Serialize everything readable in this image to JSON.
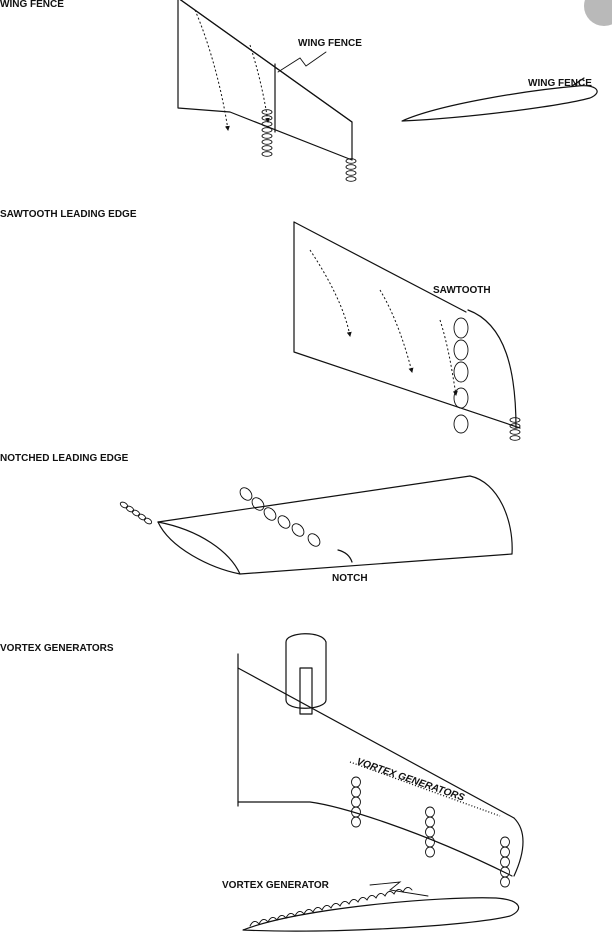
{
  "sections": [
    {
      "title": "WING FENCE",
      "callouts": [
        "WING FENCE",
        "WING FENCE"
      ]
    },
    {
      "title": "SAWTOOTH LEADING EDGE",
      "callouts": [
        "SAWTOOTH"
      ]
    },
    {
      "title": "NOTCHED LEADING EDGE",
      "callouts": [
        "NOTCH"
      ]
    },
    {
      "title": "VORTEX GENERATORS",
      "callouts": [
        "VORTEX GENERATORS",
        "VORTEX GENERATOR"
      ]
    }
  ]
}
